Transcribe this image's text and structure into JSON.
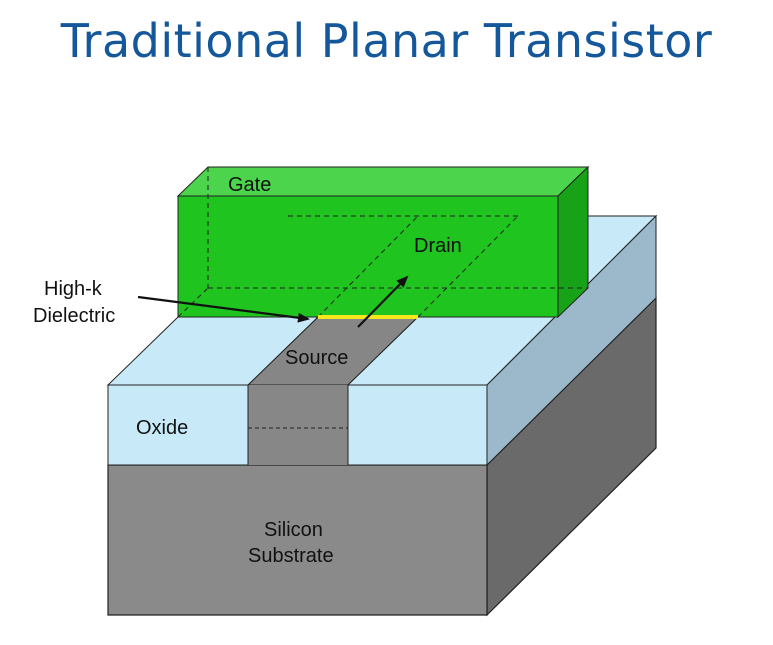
{
  "title": "Traditional Planar Transistor",
  "labels": {
    "gate": "Gate",
    "drain": "Drain",
    "source": "Source",
    "high_k_line1": "High-k",
    "high_k_line2": "Dielectric",
    "oxide": "Oxide",
    "substrate_line1": "Silicon",
    "substrate_line2": "Substrate"
  },
  "colors": {
    "title": "#14579a",
    "gate_front": "#1fc41f",
    "gate_top": "#4dd44d",
    "gate_side": "#17a217",
    "oxide_top": "#c8e9f8",
    "oxide_side": "#9cb9cc",
    "substrate_front": "#8a8a8a",
    "substrate_side": "#6a6a6a",
    "high_k": "#f4e81a"
  }
}
